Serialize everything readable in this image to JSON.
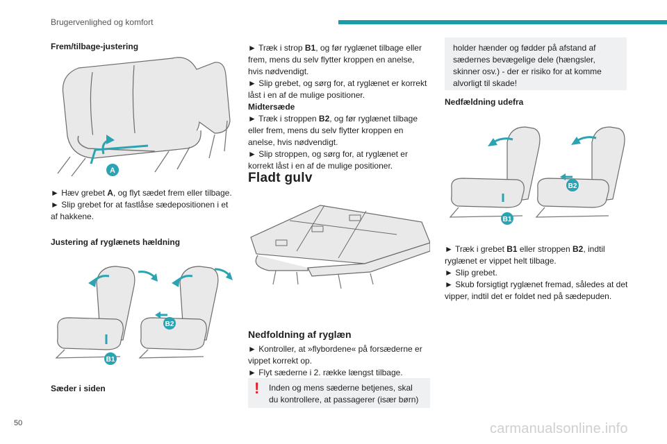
{
  "header": {
    "title": "Brugervenlighed og komfort"
  },
  "col1": {
    "heading1": "Frem/tilbage-justering",
    "callout_A": "A",
    "para1": [
      {
        "pre": "► Hæv grebet ",
        "b": "A",
        "post": ", og flyt sædet frem eller tilbage."
      },
      {
        "pre": "► Slip grebet for at fastlåse sædepositionen i et af hakkene.",
        "b": "",
        "post": ""
      }
    ],
    "heading2": "Justering af ryglænets hældning",
    "callout_B1": "B1",
    "callout_B2": "B2",
    "footer_heading": "Sæder i siden"
  },
  "col2": {
    "para1": [
      {
        "pre": "► Træk i strop ",
        "b": "B1",
        "post": ", og før ryglænet tilbage eller frem, mens du selv flytter kroppen en anelse, hvis nødvendigt."
      },
      {
        "pre": "► Slip grebet, og sørg for, at ryglænet er korrekt låst i en af de mulige positioner.",
        "b": "",
        "post": ""
      }
    ],
    "midter_heading": "Midtersæde",
    "para2": [
      {
        "pre": "► Træk i stroppen ",
        "b": "B2",
        "post": ", og før ryglænet tilbage eller frem, mens du selv flytter kroppen en anelse, hvis nødvendigt."
      },
      {
        "pre": "► Slip stroppen, og sørg for, at ryglænet er korrekt låst i en af de mulige positioner.",
        "b": "",
        "post": ""
      }
    ],
    "big_title": "Fladt gulv",
    "sub_title": "Nedfoldning af ryglæn",
    "para3": [
      {
        "pre": "► Kontroller, at »flybordene« på forsæderne er vippet korrekt op.",
        "b": "",
        "post": ""
      },
      {
        "pre": "► Flyt sæderne i 2. række længst tilbage.",
        "b": "",
        "post": ""
      }
    ],
    "warning_text": "Inden og mens sæderne betjenes, skal du kontrollere, at passagerer (især børn)"
  },
  "col3": {
    "note_text": "holder hænder og fødder på afstand af sædernes bevægelige dele (hængsler, skinner osv.) - der er risiko for at komme alvorligt til skade!",
    "heading": "Nedfældning udefra",
    "callout_B1": "B1",
    "callout_B2": "B2",
    "para": [
      {
        "pre": "► Træk i grebet ",
        "b": "B1",
        "post": " eller stroppen ",
        "b2": "B2",
        "post2": ", indtil ryglænet er vippet helt tilbage."
      },
      {
        "pre": "► Slip grebet.",
        "b": "",
        "post": ""
      },
      {
        "pre": "► Skub forsigtigt ryglænet fremad, således at det vipper, indtil det er foldet ned på sædepuden.",
        "b": "",
        "post": ""
      }
    ]
  },
  "footer": {
    "page_number": "50",
    "watermark": "carmanualsonline.info"
  },
  "colors": {
    "accent": "#1b9aa8",
    "callout": "#2aa3b3",
    "warning": "#e4202a",
    "note_bg": "#eef0f1"
  }
}
